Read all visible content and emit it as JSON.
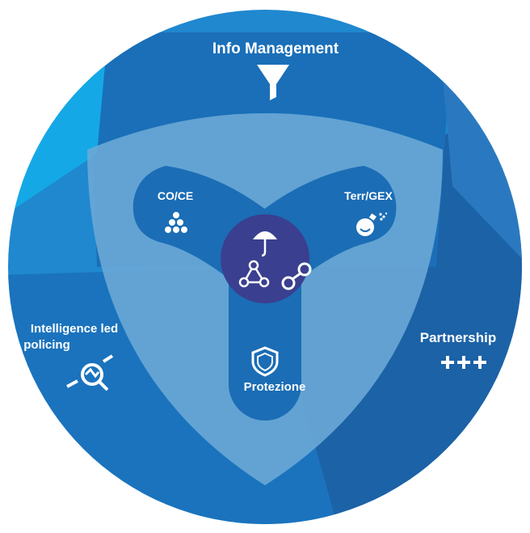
{
  "segments": {
    "top": {
      "label": "Info Management",
      "icon": "funnel-icon"
    },
    "left": {
      "label_line1": "Intelligence led",
      "label_line2": "policing",
      "icon": "magnifier-icon"
    },
    "right": {
      "label": "Partnership",
      "icon": "plus-signs-icon"
    }
  },
  "lobes": {
    "left": {
      "label": "CO/CE",
      "icon": "pyramid-dots-icon"
    },
    "right": {
      "label": "Terr/GEX",
      "icon": "bomb-icon"
    },
    "bottom": {
      "label": "Protezione",
      "icon": "shield-icon"
    }
  },
  "center": {
    "icons": [
      "umbrella-icon",
      "network-triangle-icon",
      "handcuffs-icon"
    ]
  },
  "colors": {
    "top_segment": "#1a6fb8",
    "left_segment": "#1f88cf",
    "right_segment": "#1c62a6",
    "bright_accent": "#14a9e6",
    "inner_band": "#6aa9d6",
    "lobes": "#1b6db5",
    "center": "#3a3f8f"
  }
}
